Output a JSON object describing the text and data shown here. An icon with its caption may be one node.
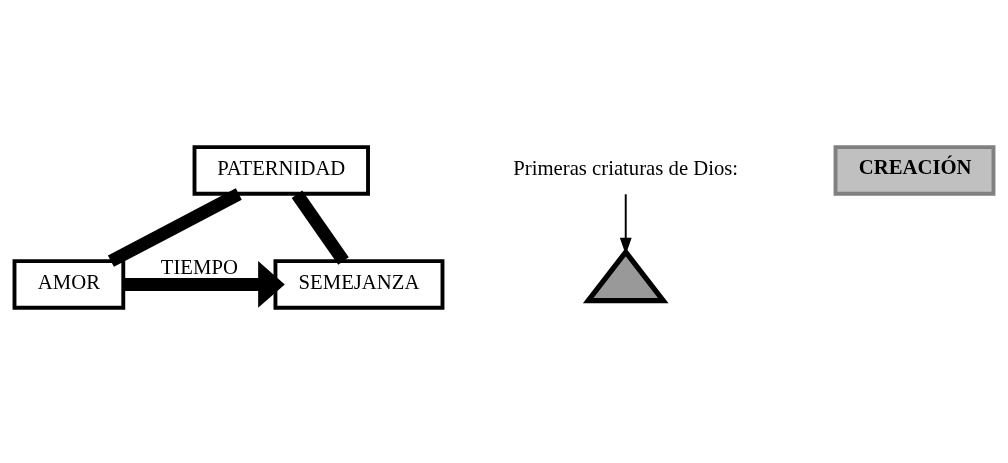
{
  "diagram": {
    "nodes": [
      {
        "text": [
          "PATERNIDAD"
        ]
      },
      {
        "text": [
          "Primeras criaturas de Dios:"
        ]
      },
      {
        "text": [
          "CREACIÓN"
        ]
      },
      {
        "text": [],
        "shape": "triangle"
      },
      {
        "text": [
          "AMOR"
        ]
      },
      {
        "text": [
          "SEMEJANZA"
        ]
      }
    ],
    "edges": [
      {
        "from": 0,
        "to": 4,
        "arrow": "none"
      },
      {
        "from": 0,
        "to": 5,
        "arrow": "none"
      },
      {
        "from": 4,
        "to": 5,
        "arrow": "to",
        "label": "TIEMPO"
      },
      {
        "from": 1,
        "to": 3,
        "arrow": "to"
      }
    ]
  }
}
